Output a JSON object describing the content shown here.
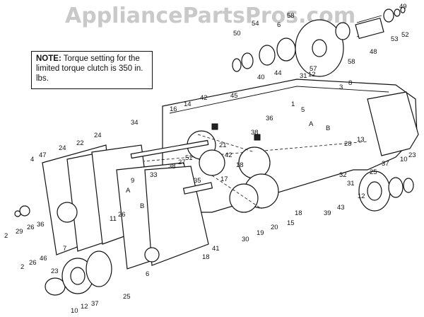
{
  "watermark": "AppliancePartsPros.com",
  "note": {
    "prefix": "NOTE:",
    "text": "Torque setting for the limited torque clutch is 350 in. lbs."
  },
  "labels": {
    "n49": "49",
    "n52": "52",
    "n53": "53",
    "n48": "48",
    "n58a": "58",
    "n6": "6",
    "n54": "54",
    "n50": "50",
    "n57": "57",
    "n58b": "58",
    "n40": "40",
    "n44": "44",
    "n31a": "31",
    "n12a": "12",
    "n3": "3",
    "n8": "8",
    "n45": "45",
    "n5": "5",
    "n1": "1",
    "n36a": "36",
    "n42a": "42",
    "n16": "16",
    "n14": "14",
    "n38a": "38",
    "n34": "34",
    "nA1": "A",
    "nB1": "B",
    "n13": "13",
    "n28": "28",
    "n21": "21",
    "n42b": "42",
    "n24a": "24",
    "n22": "22",
    "n24b": "24",
    "n47": "47",
    "n4": "4",
    "n33": "33",
    "n38b": "38",
    "n27": "27",
    "n51": "51",
    "n35": "35",
    "n17": "17",
    "n18a": "18",
    "n37a": "37",
    "n10a": "10",
    "n23a": "23",
    "n25a": "25",
    "n9": "9",
    "nA2": "A",
    "nB2": "B",
    "n26a": "26",
    "n11": "11",
    "n32": "32",
    "n31b": "31",
    "n12b": "12",
    "n43": "43",
    "n39": "39",
    "n18b": "18",
    "n15": "15",
    "n20": "20",
    "n19": "19",
    "n30": "30",
    "n41": "41",
    "n18c": "18",
    "n2a": "2",
    "n29": "29",
    "n26b": "26",
    "n36b": "36",
    "n7": "7",
    "n23b": "23",
    "n46": "46",
    "n26c": "26",
    "n2b": "2",
    "n6b": "6",
    "n25b": "25",
    "n37b": "37",
    "n12c": "12",
    "n10b": "10"
  }
}
